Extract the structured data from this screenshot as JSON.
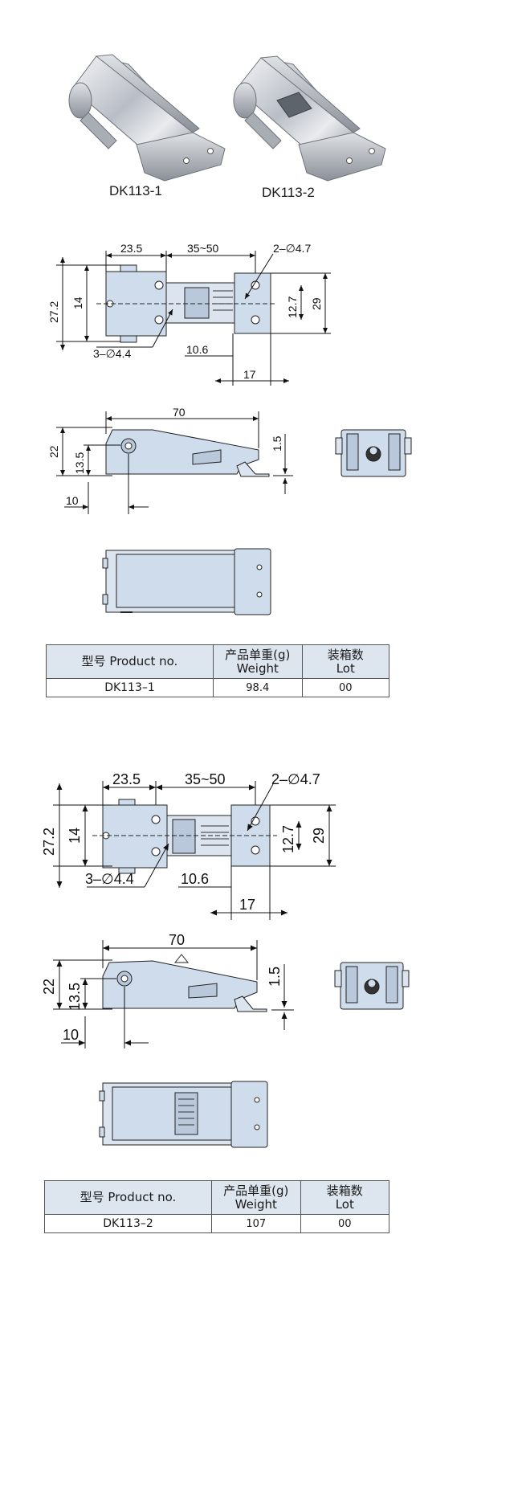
{
  "photos": [
    {
      "caption": "DK113-1"
    },
    {
      "caption": "DK113-2"
    }
  ],
  "drawing1": {
    "dims": {
      "a": "23.5",
      "b": "35~50",
      "holes2": "2–∅4.7",
      "h1": "27.2",
      "h2": "14",
      "h3": "12.7",
      "h4": "29",
      "holes3": "3–∅4.4",
      "c": "10.6",
      "d": "17",
      "len": "70",
      "hgt": "22",
      "mid": "13.5",
      "t": "1.5",
      "off": "10"
    }
  },
  "table1": {
    "header": {
      "col1": "型号 Product no.",
      "col2_line1": "产品单重(g)",
      "col2_line2": "Weight",
      "col3_line1": "装箱数",
      "col3_line2": "Lot"
    },
    "row": {
      "product": "DK113–1",
      "weight": "98.4",
      "lot": "00"
    }
  },
  "drawing2": {
    "dims": {
      "a": "23.5",
      "b": "35~50",
      "holes2": "2–∅4.7",
      "h1": "27.2",
      "h2": "14",
      "h3": "12.7",
      "h4": "29",
      "holes3": "3–∅4.4",
      "c": "10.6",
      "d": "17",
      "len": "70",
      "hgt": "22",
      "mid": "13.5",
      "t": "1.5",
      "off": "10"
    }
  },
  "table2": {
    "header": {
      "col1": "型号 Product no.",
      "col2_line1": "产品单重(g)",
      "col2_line2": "Weight",
      "col3_line1": "装箱数",
      "col3_line2": "Lot"
    },
    "row": {
      "product": "DK113–2",
      "weight": "107",
      "lot": "00"
    }
  },
  "colors": {
    "part_fill": "#cfdcec",
    "part_stroke": "#222222",
    "metal": "#c8ccd2",
    "table_header": "#dde6ef"
  }
}
